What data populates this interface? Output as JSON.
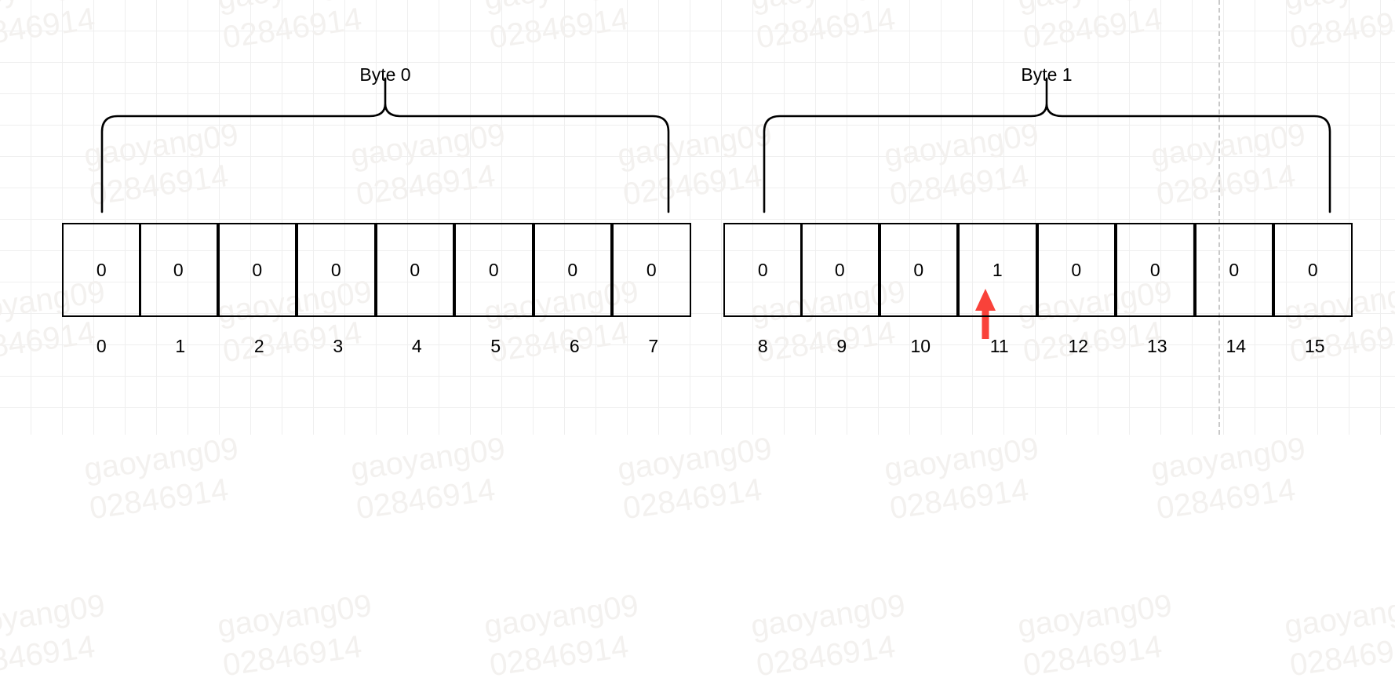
{
  "diagram": {
    "title_bytes": [
      "Byte 0",
      "Byte 1"
    ],
    "watermark_text": "gaoyang09\n02846914",
    "arrow_color": "#f9423a",
    "line_color": "#000000",
    "grid_minor_color": "#efefef",
    "grid_major_color": "#dedede",
    "guide_line_color": "#c9c9c9"
  },
  "bytes": [
    {
      "label": "Byte 0",
      "bits": [
        {
          "index": "0",
          "value": "0",
          "marked": false
        },
        {
          "index": "1",
          "value": "0",
          "marked": false
        },
        {
          "index": "2",
          "value": "0",
          "marked": false
        },
        {
          "index": "3",
          "value": "0",
          "marked": false
        },
        {
          "index": "4",
          "value": "0",
          "marked": false
        },
        {
          "index": "5",
          "value": "0",
          "marked": false
        },
        {
          "index": "6",
          "value": "0",
          "marked": false
        },
        {
          "index": "7",
          "value": "0",
          "marked": false
        }
      ]
    },
    {
      "label": "Byte 1",
      "bits": [
        {
          "index": "8",
          "value": "0",
          "marked": false
        },
        {
          "index": "9",
          "value": "0",
          "marked": false
        },
        {
          "index": "10",
          "value": "0",
          "marked": false
        },
        {
          "index": "11",
          "value": "1",
          "marked": true
        },
        {
          "index": "12",
          "value": "0",
          "marked": false
        },
        {
          "index": "13",
          "value": "0",
          "marked": false
        },
        {
          "index": "14",
          "value": "0",
          "marked": false
        },
        {
          "index": "15",
          "value": "0",
          "marked": false
        }
      ]
    }
  ]
}
